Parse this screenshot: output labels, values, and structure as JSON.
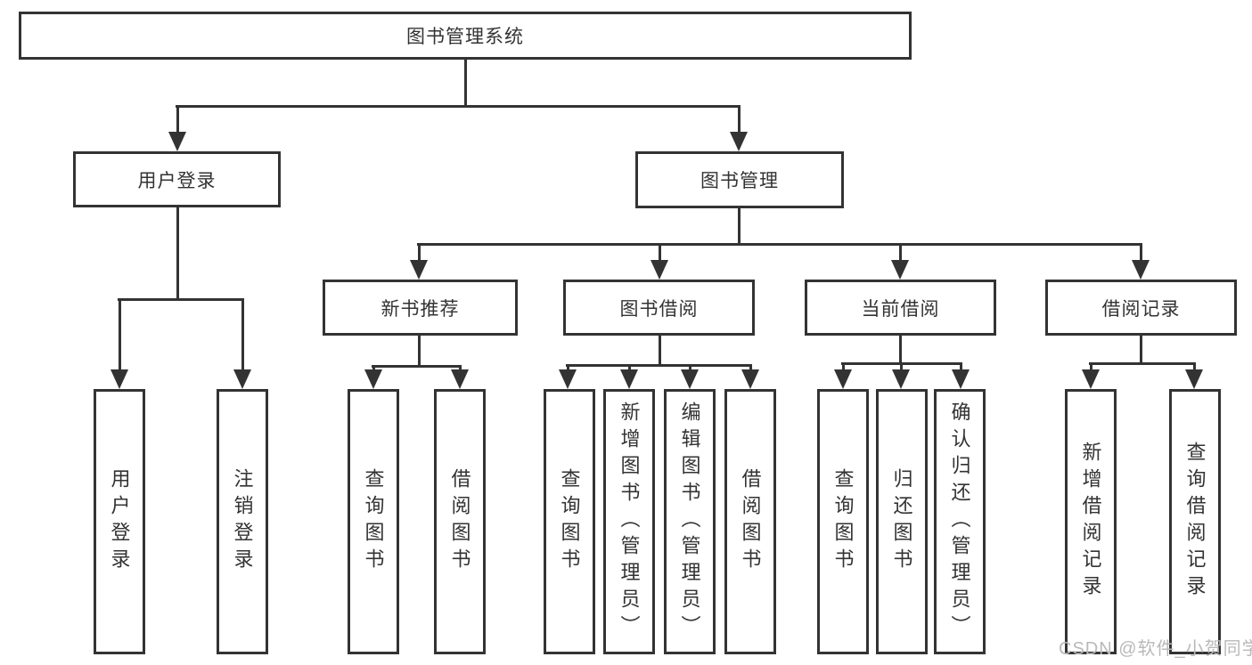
{
  "colors": {
    "line": "#333333",
    "text": "#333333",
    "watermark": "#b9b9b9",
    "bg": "#ffffff"
  },
  "root": {
    "label": "图书管理系统"
  },
  "level2": [
    {
      "id": "user-login",
      "label": "用户登录"
    },
    {
      "id": "book-management",
      "label": "图书管理"
    }
  ],
  "level3": [
    {
      "id": "new-book-recommend",
      "label": "新书推荐"
    },
    {
      "id": "book-borrow",
      "label": "图书借阅"
    },
    {
      "id": "current-borrow",
      "label": "当前借阅"
    },
    {
      "id": "borrow-records",
      "label": "借阅记录"
    }
  ],
  "leaves": [
    {
      "group": "user-login",
      "label": "用户登录"
    },
    {
      "group": "user-login",
      "label": "注销登录"
    },
    {
      "group": "new-book-recommend",
      "label": "查询图书"
    },
    {
      "group": "new-book-recommend",
      "label": "借阅图书"
    },
    {
      "group": "book-borrow",
      "label": "查询图书"
    },
    {
      "group": "book-borrow",
      "label": "新增图书（管理员）"
    },
    {
      "group": "book-borrow",
      "label": "编辑图书（管理员）"
    },
    {
      "group": "book-borrow",
      "label": "借阅图书"
    },
    {
      "group": "current-borrow",
      "label": "查询图书"
    },
    {
      "group": "current-borrow",
      "label": "归还图书"
    },
    {
      "group": "current-borrow",
      "label": "确认归还（管理员）"
    },
    {
      "group": "borrow-records",
      "label": "新增借阅记录"
    },
    {
      "group": "borrow-records",
      "label": "查询借阅记录"
    }
  ],
  "watermark": {
    "text": "CSDN @软件_小贺同学"
  }
}
